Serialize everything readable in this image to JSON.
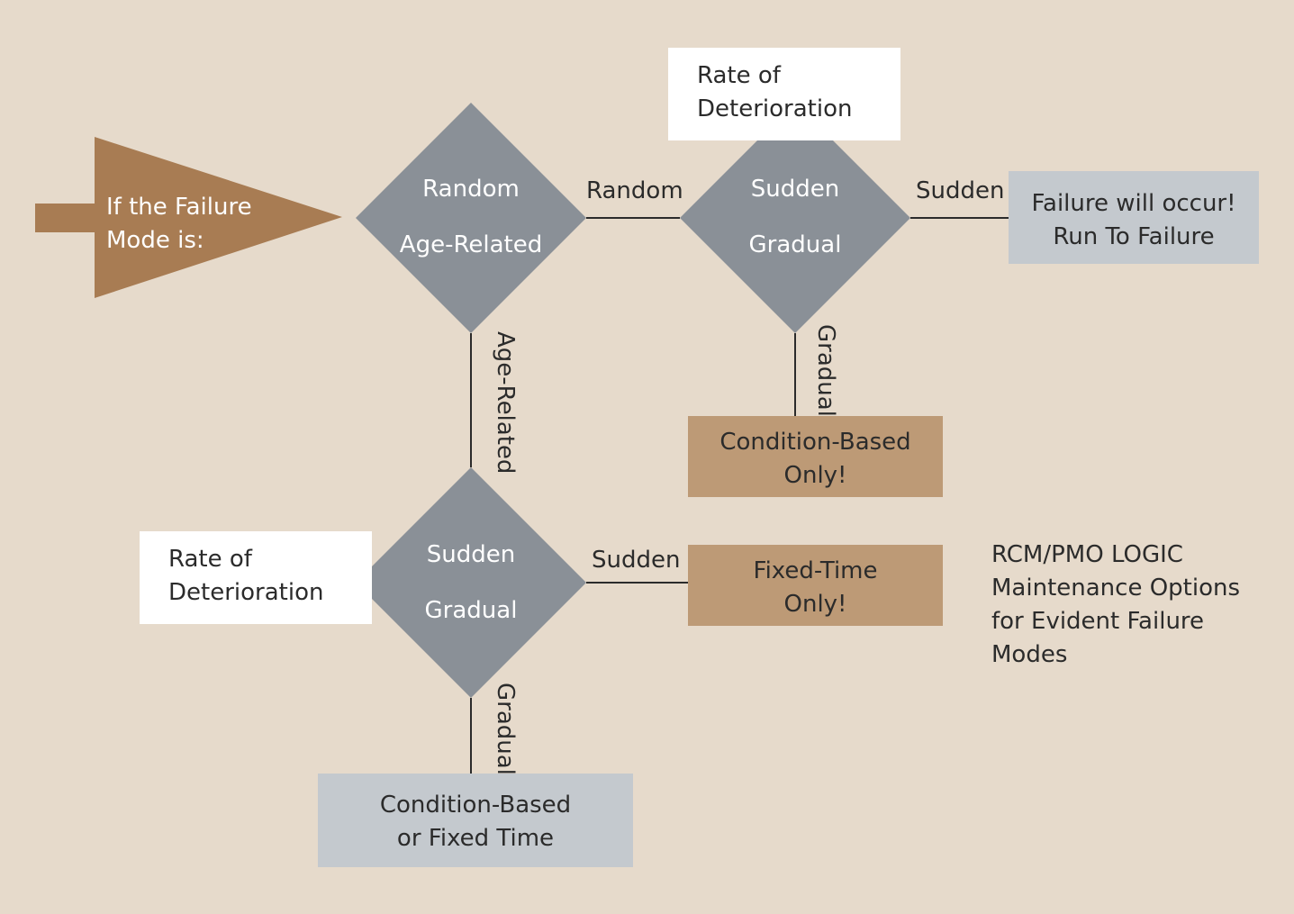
{
  "colors": {
    "background": "#e6dacb",
    "arrow": "#a87c53",
    "diamond": "#8a9097",
    "tan_box": "#bd9a76",
    "grey_box": "#c4c9ce",
    "white_box": "#ffffff",
    "line": "#2b2b2b"
  },
  "start": {
    "line1": "If the Failure",
    "line2": "Mode is:"
  },
  "decision1": {
    "option1": "Random",
    "option2": "Age-Related"
  },
  "rate_label_top": {
    "line1": "Rate of",
    "line2": "Deterioration"
  },
  "decision2": {
    "option1": "Sudden",
    "option2": "Gradual"
  },
  "rate_label_bottom": {
    "line1": "Rate of",
    "line2": "Deterioration"
  },
  "decision3": {
    "option1": "Sudden",
    "option2": "Gradual"
  },
  "edges": {
    "random": "Random",
    "sudden_top": "Sudden",
    "gradual_top": "Gradual",
    "age_related": "Age-Related",
    "sudden_bottom": "Sudden",
    "gradual_bottom": "Gradual"
  },
  "outcomes": {
    "run_to_failure": {
      "line1": "Failure will occur!",
      "line2": "Run To Failure"
    },
    "condition_only": {
      "line1": "Condition-Based",
      "line2": "Only!"
    },
    "fixed_time_only": {
      "line1": "Fixed-Time",
      "line2": "Only!"
    },
    "condition_or_fixed": {
      "line1": "Condition-Based",
      "line2": "or Fixed Time"
    }
  },
  "caption": {
    "line1": "RCM/PMO LOGIC",
    "line2": "Maintenance Options",
    "line3": "for Evident Failure",
    "line4": "Modes"
  }
}
